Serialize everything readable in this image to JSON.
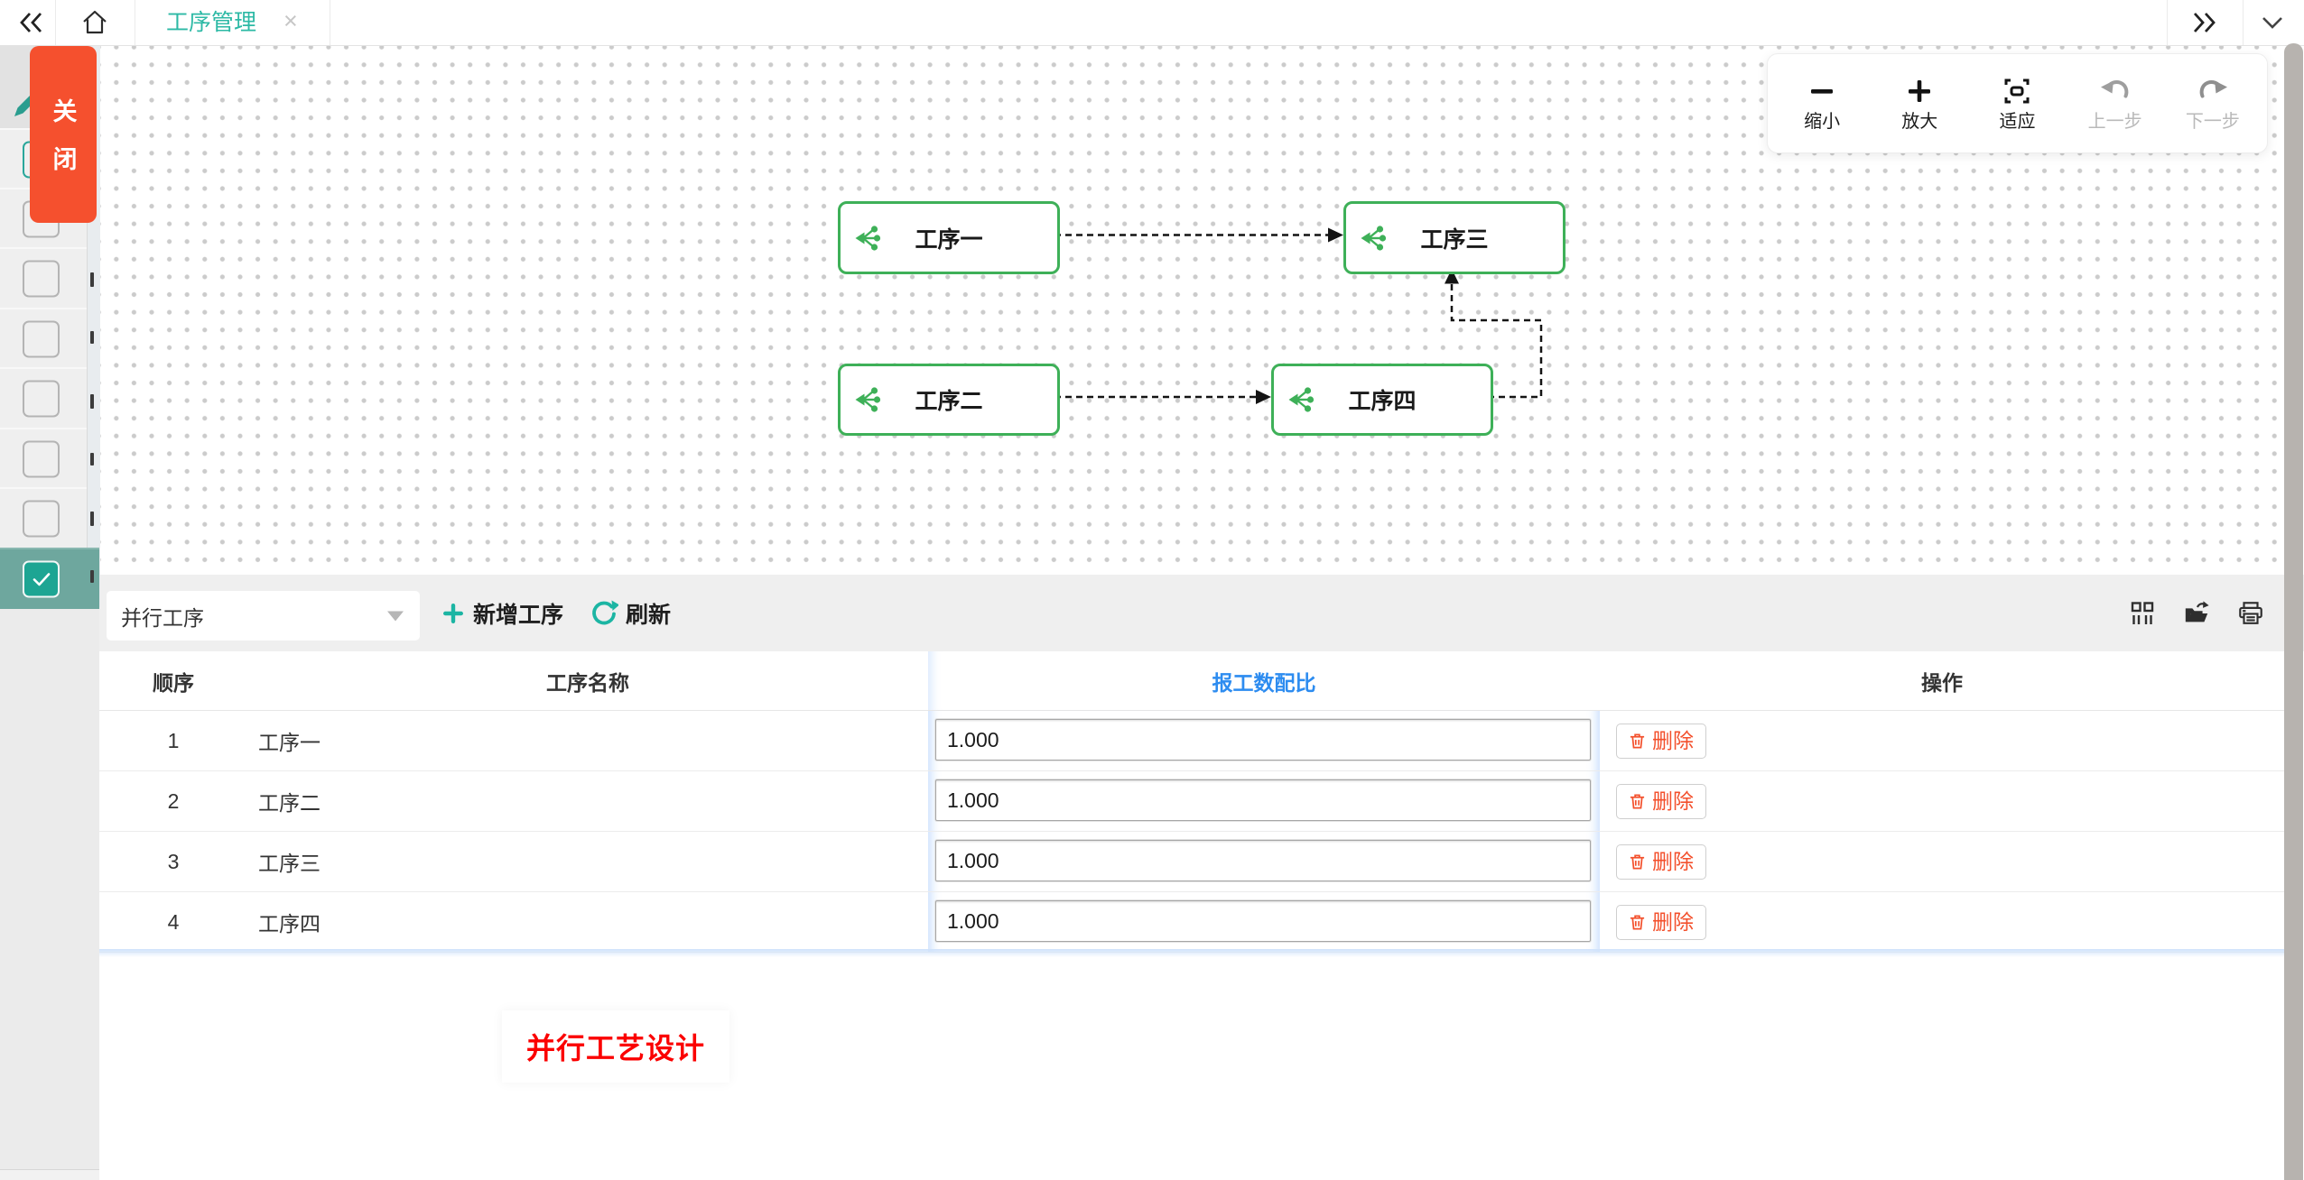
{
  "colors": {
    "teal_accent": "#2cb9a5",
    "node_green": "#3eb058",
    "close_button_red": "#f5502e",
    "delete_red": "#f3502c",
    "ratio_header_blue": "#2d8cf0",
    "annotation_red": "#fb0000",
    "selected_row_teal": "#6ea79e",
    "checkbox_checked_teal": "#1da593"
  },
  "topbar": {
    "collapse_icon": "double-chevron-left",
    "home_icon": "home",
    "tab": {
      "label": "工序管理",
      "close_icon": "×"
    },
    "expand_icon": "double-chevron-right",
    "more_icon": "chevron-down"
  },
  "side_close_button": {
    "label": "关闭"
  },
  "sidebar": {
    "checkbox_rows": 8,
    "selected_row_index": 8
  },
  "canvas_toolbar": {
    "items": [
      {
        "label": "缩小",
        "icon": "minus-icon",
        "enabled": true
      },
      {
        "label": "放大",
        "icon": "plus-icon",
        "enabled": true
      },
      {
        "label": "适应",
        "icon": "fit-screen-icon",
        "enabled": true
      },
      {
        "label": "上一步",
        "icon": "undo-icon",
        "enabled": false
      },
      {
        "label": "下一步",
        "icon": "redo-icon",
        "enabled": false
      }
    ]
  },
  "flowchart": {
    "nodes": [
      {
        "label": "工序一"
      },
      {
        "label": "工序三"
      },
      {
        "label": "工序二"
      },
      {
        "label": "工序四"
      }
    ],
    "edges": [
      {
        "from": "工序一",
        "to": "工序三",
        "style": "dashed-arrow"
      },
      {
        "from": "工序二",
        "to": "工序四",
        "style": "dashed-arrow"
      },
      {
        "from": "工序四",
        "to": "工序三",
        "style": "dashed-arrow-elbow"
      }
    ]
  },
  "table_toolbar": {
    "select_value": "并行工序",
    "add_button": "新增工序",
    "refresh_button": "刷新",
    "right_icons": [
      "columns-icon",
      "export-icon",
      "print-icon"
    ]
  },
  "table": {
    "columns": [
      "顺序",
      "工序名称",
      "报工数配比",
      "操作"
    ],
    "rows": [
      {
        "seq": "1",
        "name": "工序一",
        "ratio": "1.000",
        "action": "删除"
      },
      {
        "seq": "2",
        "name": "工序二",
        "ratio": "1.000",
        "action": "删除"
      },
      {
        "seq": "3",
        "name": "工序三",
        "ratio": "1.000",
        "action": "删除"
      },
      {
        "seq": "4",
        "name": "工序四",
        "ratio": "1.000",
        "action": "删除"
      }
    ]
  },
  "annotation": {
    "label": "并行工艺设计"
  }
}
